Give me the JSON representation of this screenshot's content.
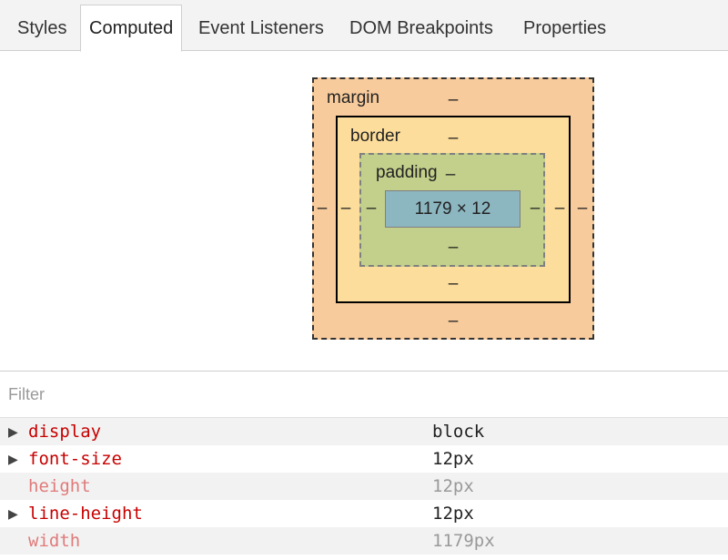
{
  "tabs": [
    {
      "label": "Styles",
      "active": false
    },
    {
      "label": "Computed",
      "active": true
    },
    {
      "label": "Event Listeners",
      "active": false
    },
    {
      "label": "DOM Breakpoints",
      "active": false
    },
    {
      "label": "Properties",
      "active": false
    }
  ],
  "box_model": {
    "margin": {
      "label": "margin",
      "top": "–",
      "right": "–",
      "bottom": "–",
      "left": "–"
    },
    "border": {
      "label": "border",
      "top": "–",
      "right": "–",
      "bottom": "–",
      "left": "–"
    },
    "padding": {
      "label": "padding",
      "top": "–",
      "right": "–",
      "bottom": "–",
      "left": "–"
    },
    "content": "1179 × 12",
    "colors": {
      "margin": "#f8cb9c",
      "border": "#fddd9b",
      "padding": "#c3d08b",
      "content": "#8cb6c0"
    }
  },
  "filter": {
    "placeholder": "Filter",
    "value": ""
  },
  "properties": [
    {
      "name": "display",
      "value": "block",
      "expandable": true,
      "inherited": false
    },
    {
      "name": "font-size",
      "value": "12px",
      "expandable": true,
      "inherited": false
    },
    {
      "name": "height",
      "value": "12px",
      "expandable": false,
      "inherited": true
    },
    {
      "name": "line-height",
      "value": "12px",
      "expandable": true,
      "inherited": false
    },
    {
      "name": "width",
      "value": "1179px",
      "expandable": false,
      "inherited": true
    }
  ],
  "colors": {
    "property_name": "#c80000",
    "property_name_inherited": "#e07a7a",
    "value_inherited": "#999999"
  }
}
